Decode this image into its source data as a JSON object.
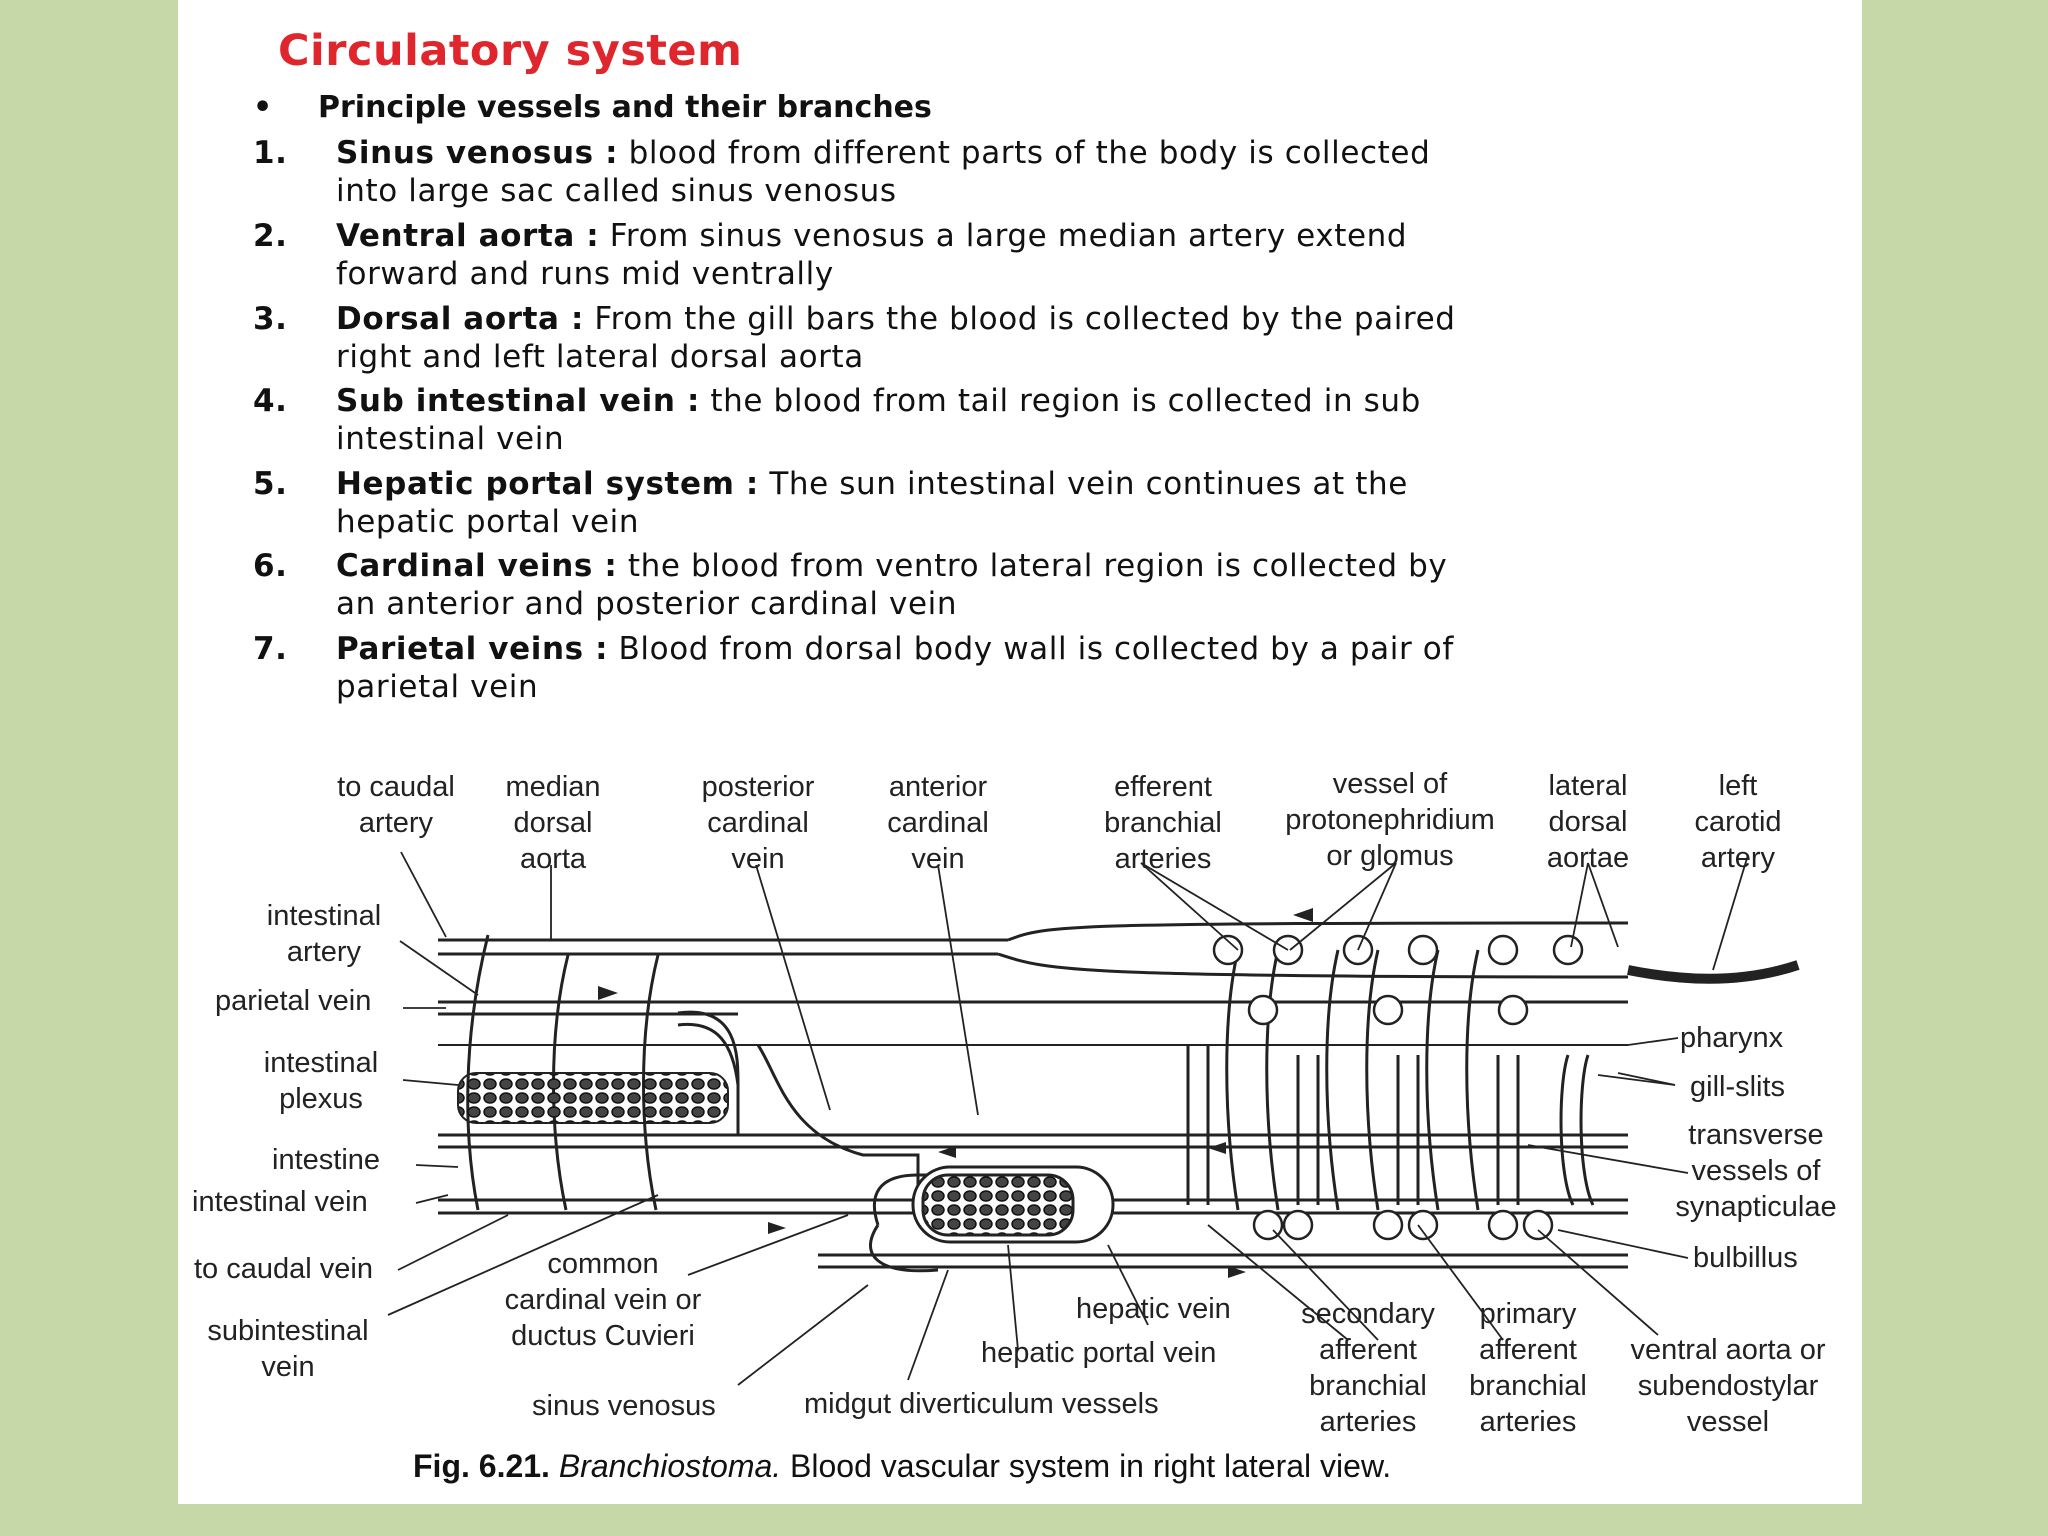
{
  "title": "Circulatory system",
  "subheading": "Principle vessels and their branches",
  "bullet": "•",
  "items": [
    {
      "num": "1.",
      "term": "Sinus venosus :",
      "line1": "blood from different parts of the body is collected",
      "line2": "into large sac called sinus venosus"
    },
    {
      "num": "2.",
      "term": "Ventral aorta :",
      "line1": "From sinus venosus a large median artery extend",
      "line2": "forward and runs mid ventrally"
    },
    {
      "num": "3.",
      "term": "Dorsal aorta :",
      "line1": "From the gill bars the blood is collected by the paired",
      "line2": "right and left lateral dorsal aorta"
    },
    {
      "num": "4.",
      "term": "Sub intestinal vein :",
      "line1": "the blood from tail region is collected in sub",
      "line2": "intestinal vein"
    },
    {
      "num": "5.",
      "term": "Hepatic portal system :",
      "line1": "The sun intestinal vein continues at the",
      "line2": "hepatic portal vein"
    },
    {
      "num": "6.",
      "term": "Cardinal veins :",
      "line1": "the blood from ventro lateral region is collected by",
      "line2": "an anterior and posterior cardinal vein"
    },
    {
      "num": "7.",
      "term": "Parietal veins :",
      "line1": "Blood from dorsal body wall is collected by a pair of",
      "line2": "parietal vein"
    }
  ],
  "diagram_labels": {
    "to_caudal_artery": [
      "to caudal",
      "artery"
    ],
    "median_dorsal_aorta": [
      "median",
      "dorsal",
      "aorta"
    ],
    "posterior_cardinal_vein": [
      "posterior",
      "cardinal",
      "vein"
    ],
    "anterior_cardinal_vein": [
      "anterior",
      "cardinal",
      "vein"
    ],
    "efferent_branchial_arteries": [
      "efferent",
      "branchial",
      "arteries"
    ],
    "vessel_of_protonephridium": [
      "vessel of",
      "protonephridium",
      "or glomus"
    ],
    "lateral_dorsal_aortae": [
      "lateral",
      "dorsal",
      "aortae"
    ],
    "left_carotid_artery": [
      "left",
      "carotid",
      "artery"
    ],
    "intestinal_artery": [
      "intestinal",
      "artery"
    ],
    "parietal_vein": "parietal vein",
    "intestinal_plexus": [
      "intestinal",
      "plexus"
    ],
    "intestine": "intestine",
    "intestinal_vein": "intestinal vein",
    "to_caudal_vein": "to caudal vein",
    "subintestinal_vein": [
      "subintestinal",
      "vein"
    ],
    "common_cardinal_vein": [
      "common",
      "cardinal vein or",
      "ductus Cuvieri"
    ],
    "sinus_venosus": "sinus venosus",
    "midgut_diverticulum_vessels": "midgut diverticulum vessels",
    "hepatic_portal_vein": "hepatic portal vein",
    "hepatic_vein": "hepatic vein",
    "secondary_afferent": [
      "secondary",
      "afferent",
      "branchial",
      "arteries"
    ],
    "primary_afferent": [
      "primary",
      "afferent",
      "branchial",
      "arteries"
    ],
    "ventral_aorta": [
      "ventral aorta or",
      "subendostylar",
      "vessel"
    ],
    "pharynx": "pharynx",
    "gill_slits": "gill-slits",
    "transverse_vessels": [
      "transverse",
      "vessels of",
      "synapticulae"
    ],
    "bulbillus": "bulbillus"
  },
  "caption": {
    "fig": "Fig. 6.21.",
    "genus": "Branchiostoma.",
    "rest": "Blood vascular system in right lateral view."
  }
}
